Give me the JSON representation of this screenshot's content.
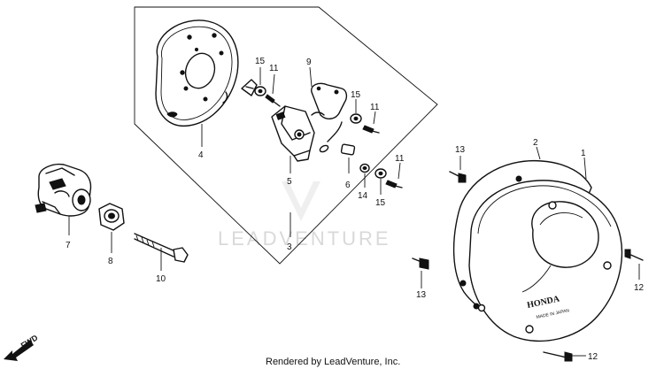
{
  "watermark": "LEADVENTURE",
  "footer": "Rendered by LeadVenture, Inc.",
  "fwd_label": "FWD",
  "cover_brand": "HONDA",
  "cover_made": "MADE IN JAPAN",
  "callouts": {
    "c1": "1",
    "c2": "2",
    "c3": "3",
    "c4": "4",
    "c5": "5",
    "c6": "6",
    "c7": "7",
    "c8": "8",
    "c9": "9",
    "c10": "10",
    "c11a": "11",
    "c11b": "11",
    "c11c": "11",
    "c12a": "12",
    "c12b": "12",
    "c13a": "13",
    "c13b": "13",
    "c14": "14",
    "c15a": "15",
    "c15b": "15",
    "c15c": "15"
  }
}
